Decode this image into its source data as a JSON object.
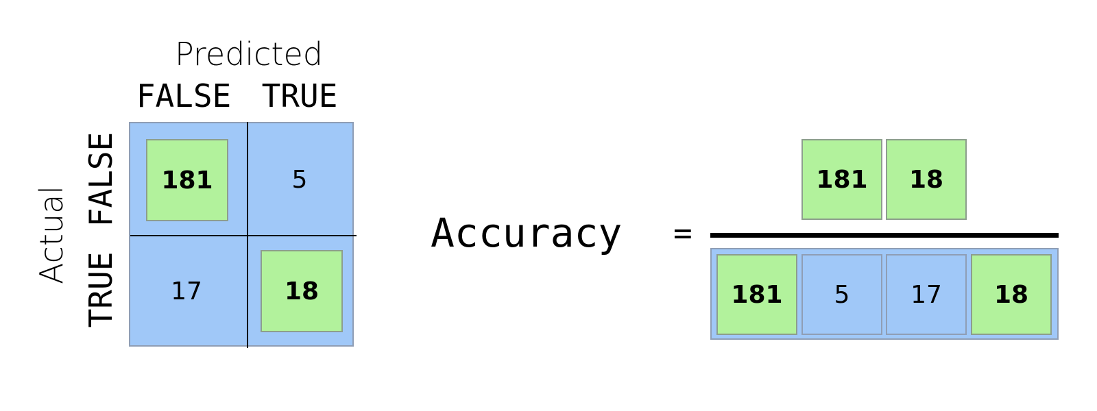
{
  "confusion_matrix": {
    "x_axis_title": "Predicted",
    "y_axis_title": "Actual",
    "predicted_labels": [
      "FALSE",
      "TRUE"
    ],
    "actual_labels": [
      "FALSE",
      "TRUE"
    ],
    "cells": {
      "actual_false_predicted_false": "181",
      "actual_false_predicted_true": "5",
      "actual_true_predicted_false": "17",
      "actual_true_predicted_true": "18"
    },
    "highlighted_cells": [
      "actual_false_predicted_false",
      "actual_true_predicted_true"
    ]
  },
  "formula": {
    "label": "Accuracy",
    "equals": "=",
    "numerator": [
      "181",
      "18"
    ],
    "denominator": [
      "181",
      "5",
      "17",
      "18"
    ]
  },
  "colors": {
    "cell_blue": "#a0c8f8",
    "highlight_green": "#b2f29c",
    "border_gray": "#8f9eb5",
    "line_black": "#000000"
  }
}
